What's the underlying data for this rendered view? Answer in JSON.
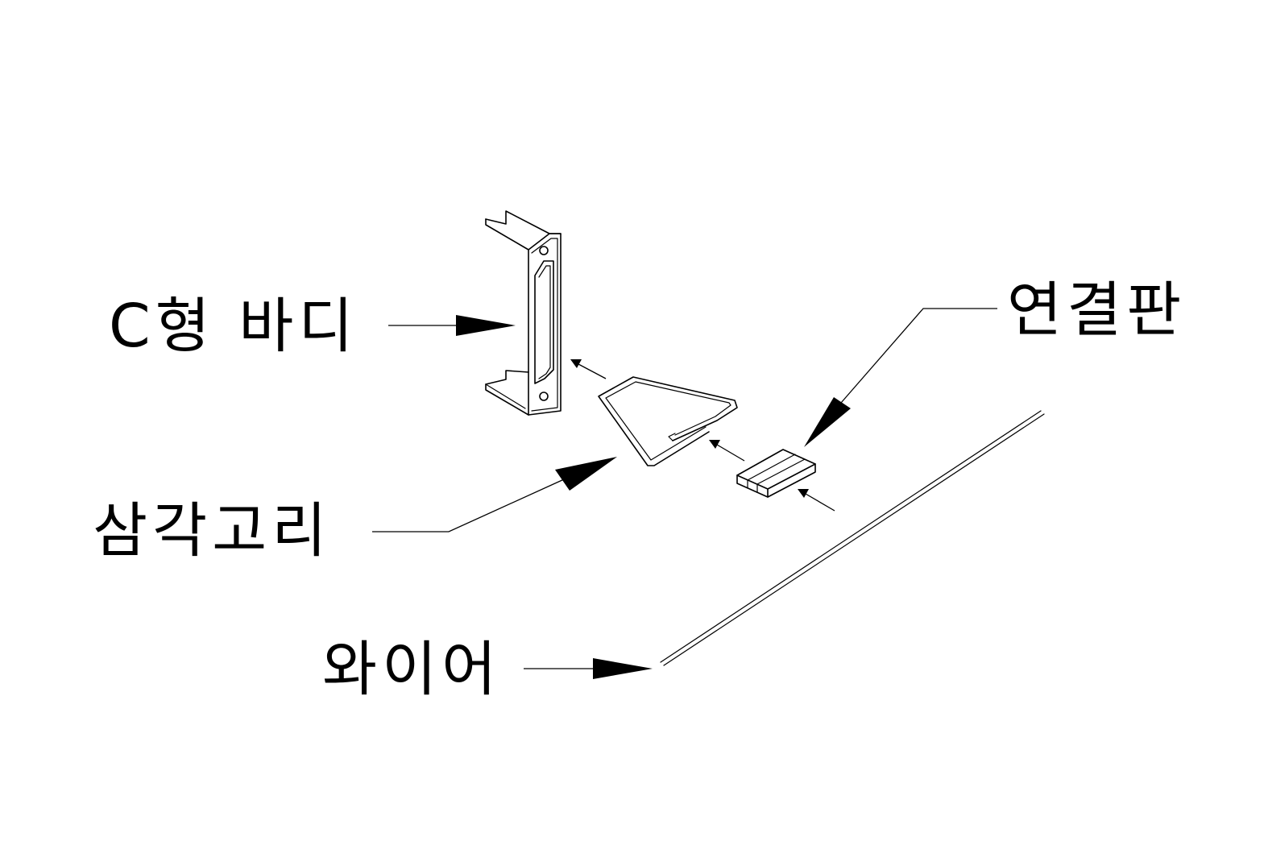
{
  "labels": {
    "c_body": "C형 바디",
    "triangle_ring": "삼각고리",
    "wire": "와이어",
    "connector_plate": "연결판"
  },
  "colors": {
    "line": "#000000",
    "background": "#ffffff"
  }
}
